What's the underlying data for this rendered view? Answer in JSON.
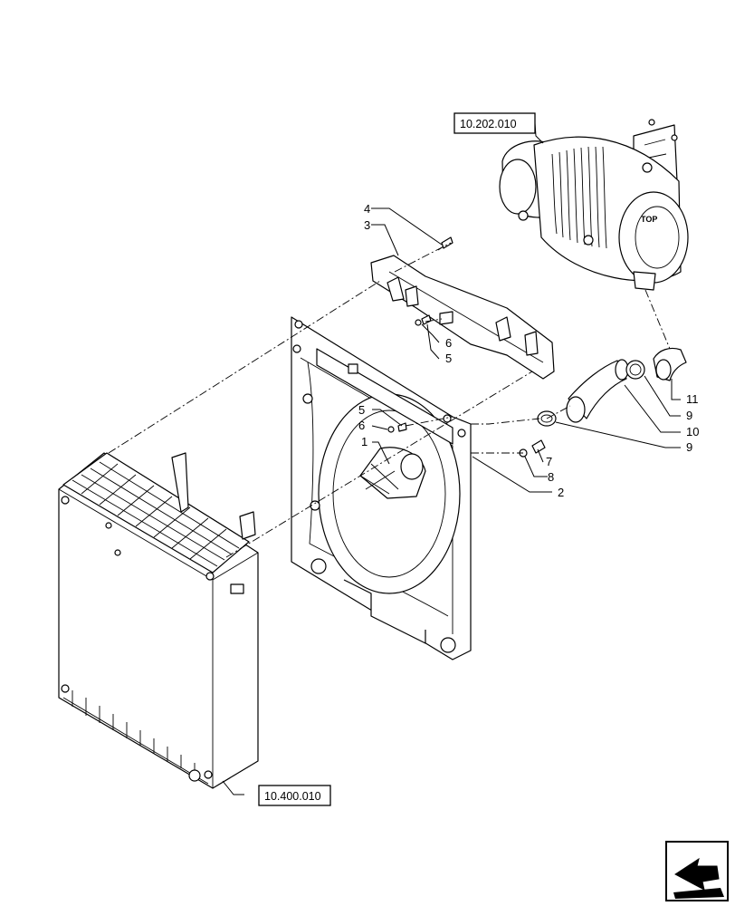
{
  "references": {
    "air_cleaner": "10.202.010",
    "radiator": "10.400.010"
  },
  "callouts": {
    "c1": "1",
    "c2": "2",
    "c3": "3",
    "c4": "4",
    "c5a": "5",
    "c5b": "5",
    "c6a": "6",
    "c6b": "6",
    "c7": "7",
    "c8": "8",
    "c9a": "9",
    "c9b": "9",
    "c10": "10",
    "c11": "11"
  },
  "nav": {
    "icon": "next-page-arrow-icon"
  }
}
